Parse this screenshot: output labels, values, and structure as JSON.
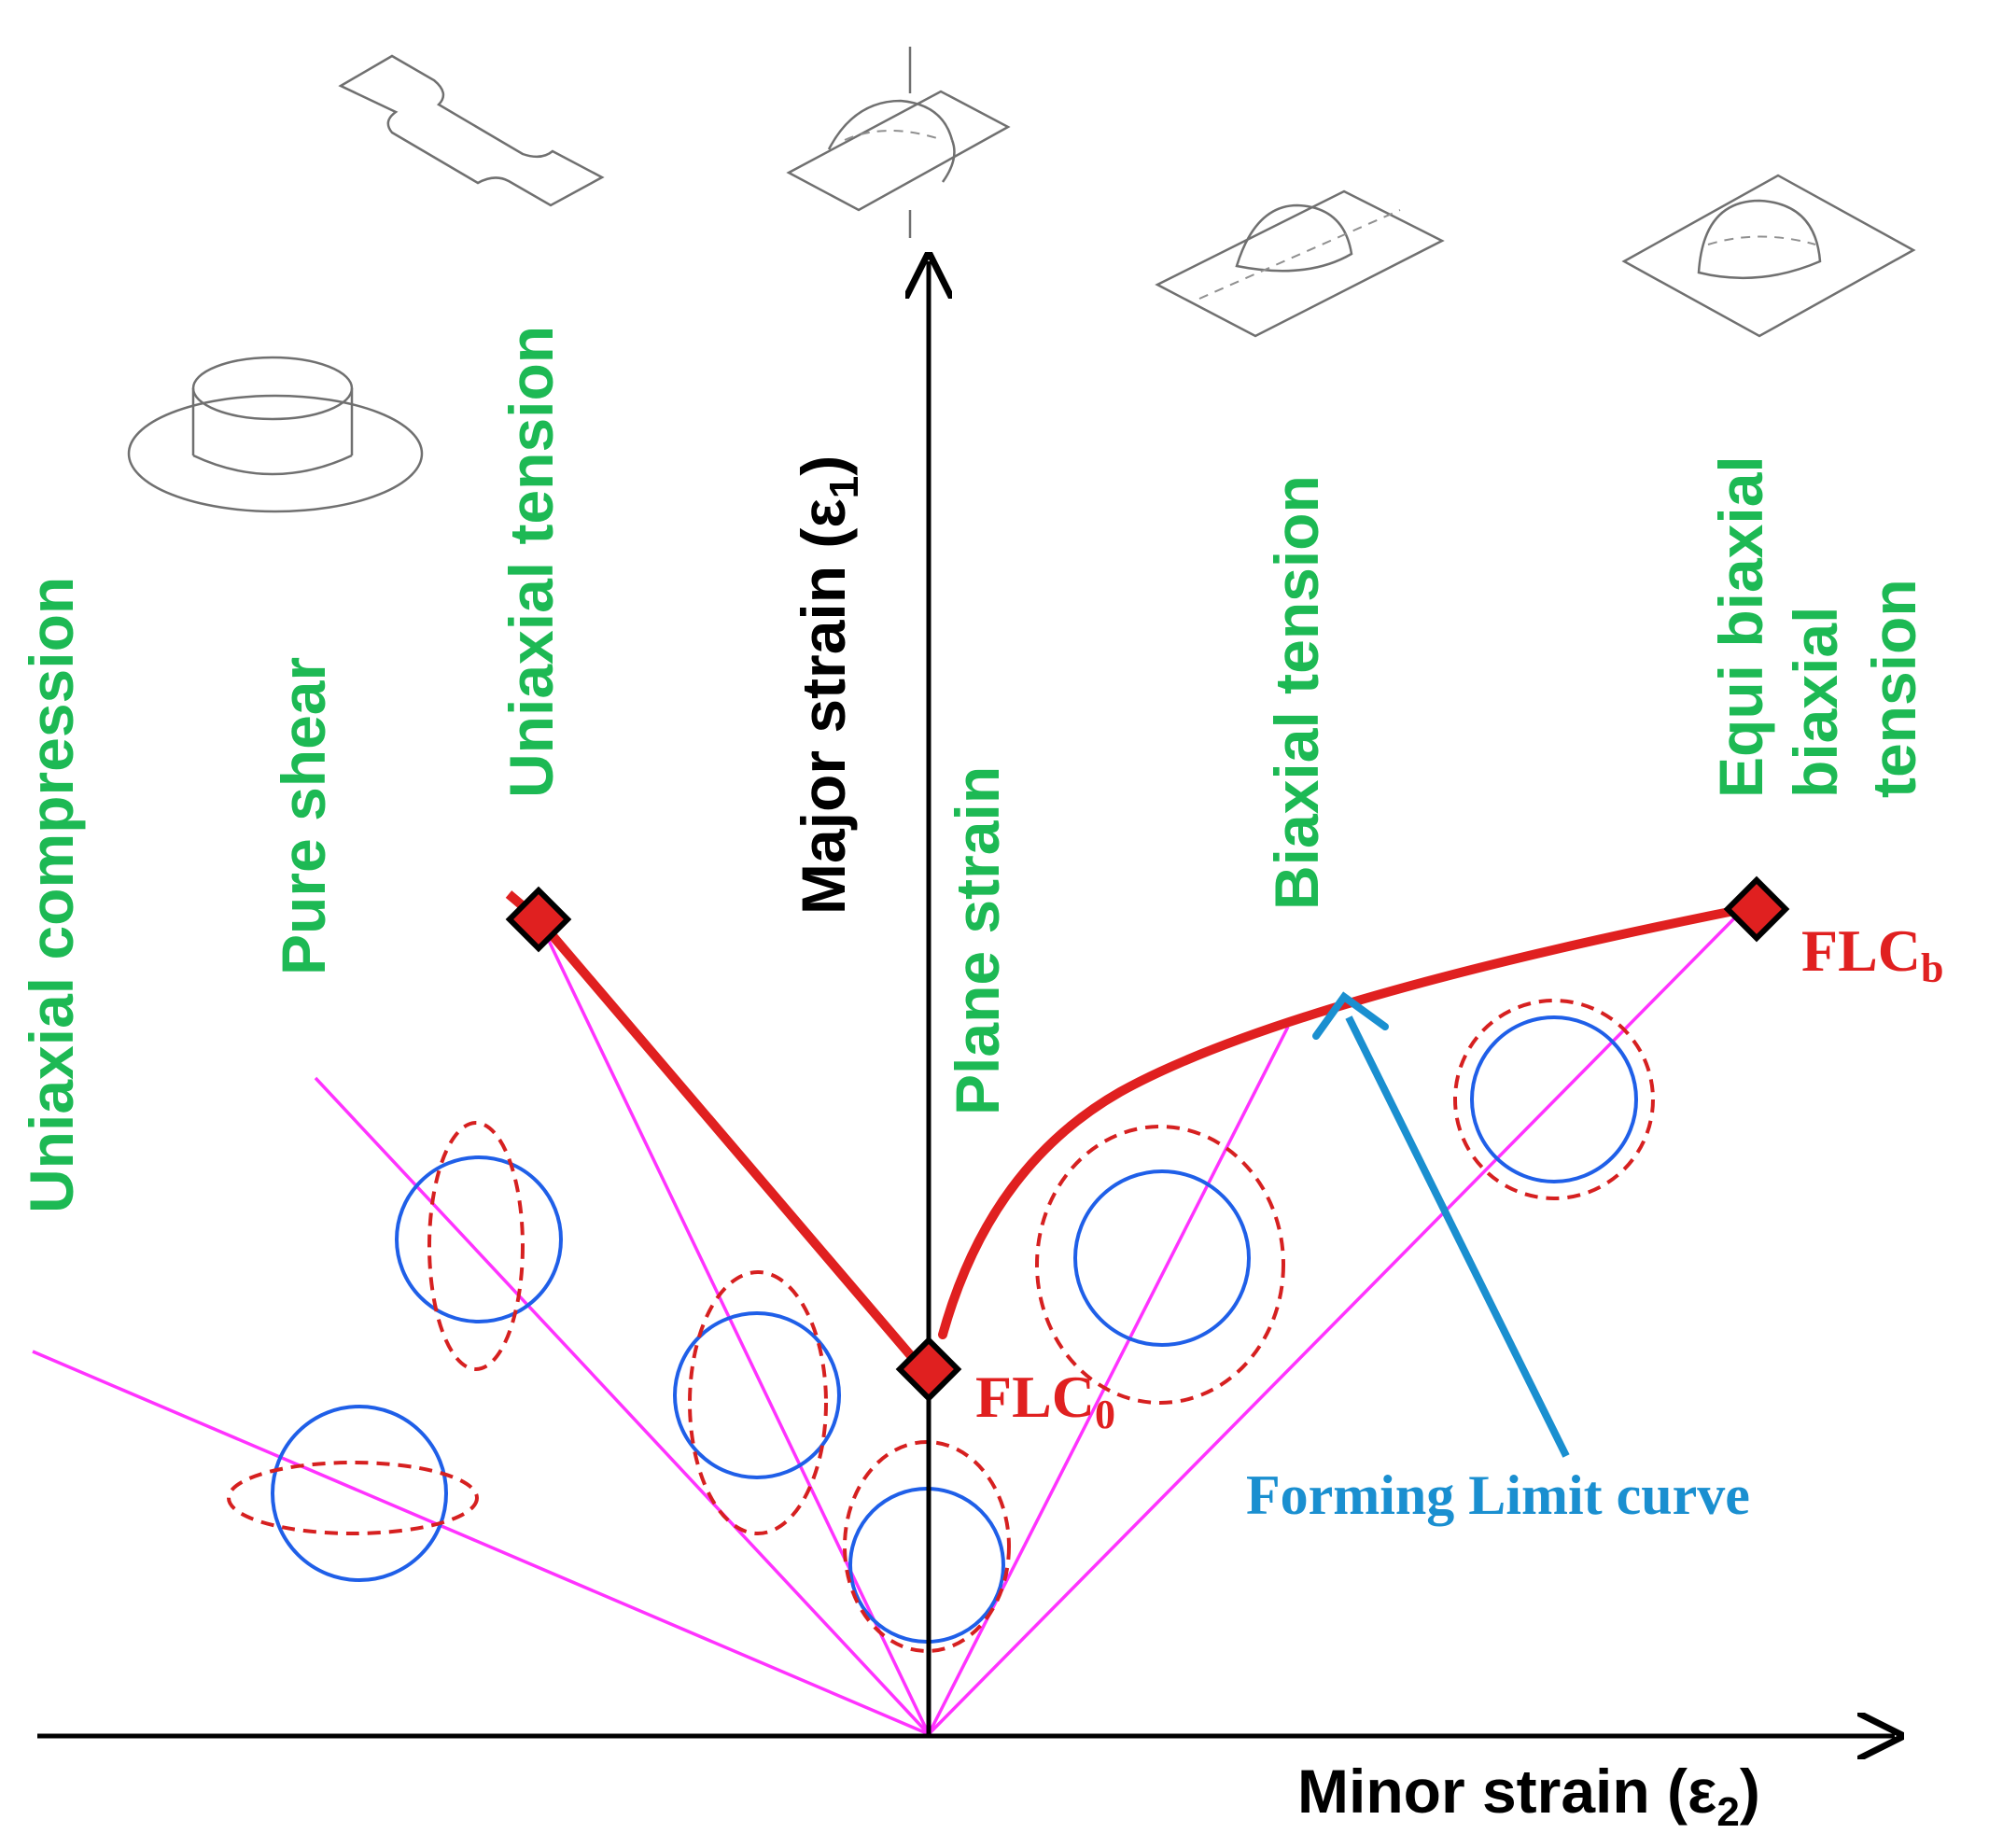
{
  "axes": {
    "x_label": "Minor strain (ε",
    "x_sub": "2",
    "x_close": ")",
    "y_label": "Major strain (ε",
    "y_sub": "1",
    "y_close": ")"
  },
  "strain_paths": [
    {
      "key": "uniaxial_compression",
      "lines": [
        "Uniaxial compression"
      ]
    },
    {
      "key": "pure_shear",
      "lines": [
        "Pure shear"
      ]
    },
    {
      "key": "uniaxial_tension",
      "lines": [
        "Uniaxial tension"
      ]
    },
    {
      "key": "plane_strain",
      "lines": [
        "Plane strain"
      ]
    },
    {
      "key": "biaxial_tension",
      "lines": [
        "Biaxial tension"
      ]
    },
    {
      "key": "equi_biaxial_tension",
      "lines": [
        "Equi biaxial",
        "biaxial",
        "tension"
      ]
    }
  ],
  "points": {
    "flc0": {
      "label": "FLC",
      "sub": "0"
    },
    "flcb": {
      "label": "FLC",
      "sub": "b"
    }
  },
  "curve_label": "Forming Limit curve",
  "colors": {
    "curve": "#e02020",
    "strain_path": "#ff33ff",
    "circle": "#1f5fe8",
    "deformed": "#d62020",
    "label_green": "#1db954",
    "arrow_blue": "#1a8fd0"
  }
}
